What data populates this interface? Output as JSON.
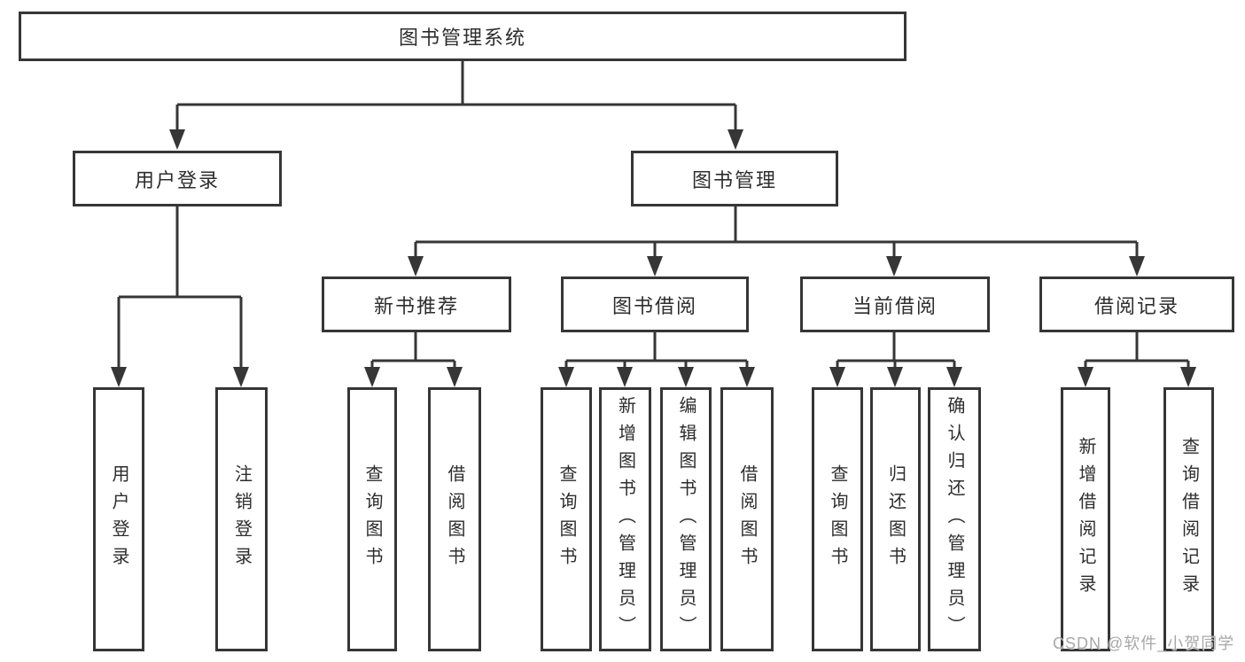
{
  "tree": {
    "label": "图书管理系统",
    "children": [
      {
        "label": "用户登录",
        "children": [
          {
            "label": "用户登录"
          },
          {
            "label": "注销登录"
          }
        ]
      },
      {
        "label": "图书管理",
        "children": [
          {
            "label": "新书推荐",
            "children": [
              {
                "label": "查询图书"
              },
              {
                "label": "借阅图书"
              }
            ]
          },
          {
            "label": "图书借阅",
            "children": [
              {
                "label": "查询图书"
              },
              {
                "label": "新增图书（管理员）"
              },
              {
                "label": "编辑图书（管理员）"
              },
              {
                "label": "借阅图书"
              }
            ]
          },
          {
            "label": "当前借阅",
            "children": [
              {
                "label": "查询图书"
              },
              {
                "label": "归还图书"
              },
              {
                "label": "确认归还（管理员）"
              }
            ]
          },
          {
            "label": "借阅记录",
            "children": [
              {
                "label": "新增借阅记录"
              },
              {
                "label": "查询借阅记录"
              }
            ]
          }
        ]
      }
    ]
  },
  "colors": {
    "line": "#363636",
    "text": "#2d2d2d",
    "watermark": "#a8a8a8"
  },
  "watermark": "CSDN @软件_小贺同学"
}
